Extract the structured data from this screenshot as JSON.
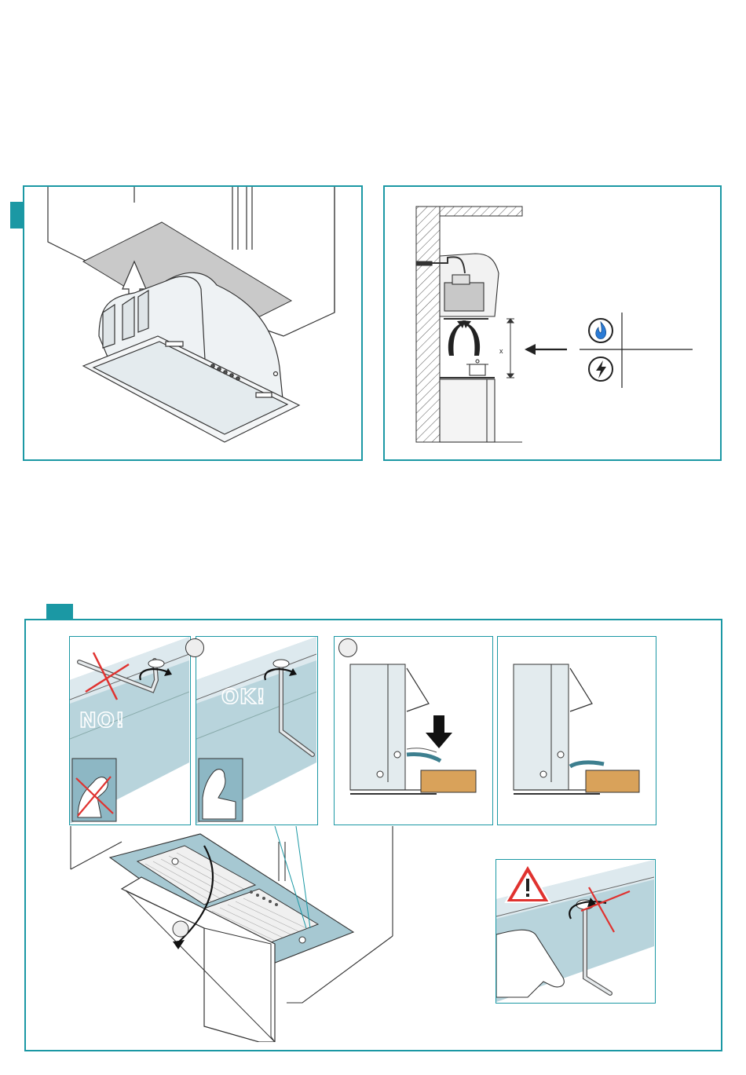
{
  "figure1": {
    "hood_lift_panel": {
      "label_tag_icon": "step-tag"
    },
    "ventilation_panel": {
      "distance_label": "x",
      "gas_icon": "gas-flame-icon",
      "electric_icon": "electric-bolt-icon"
    }
  },
  "figure2": {
    "no_label": "NO!",
    "ok_label": "OK!",
    "warning_icon": "warning-triangle-icon"
  },
  "colors": {
    "accent": "#1b98a4",
    "panel_fill": "#b8d4dc",
    "wood": "#d9a25a",
    "cross": "#e0322f"
  }
}
